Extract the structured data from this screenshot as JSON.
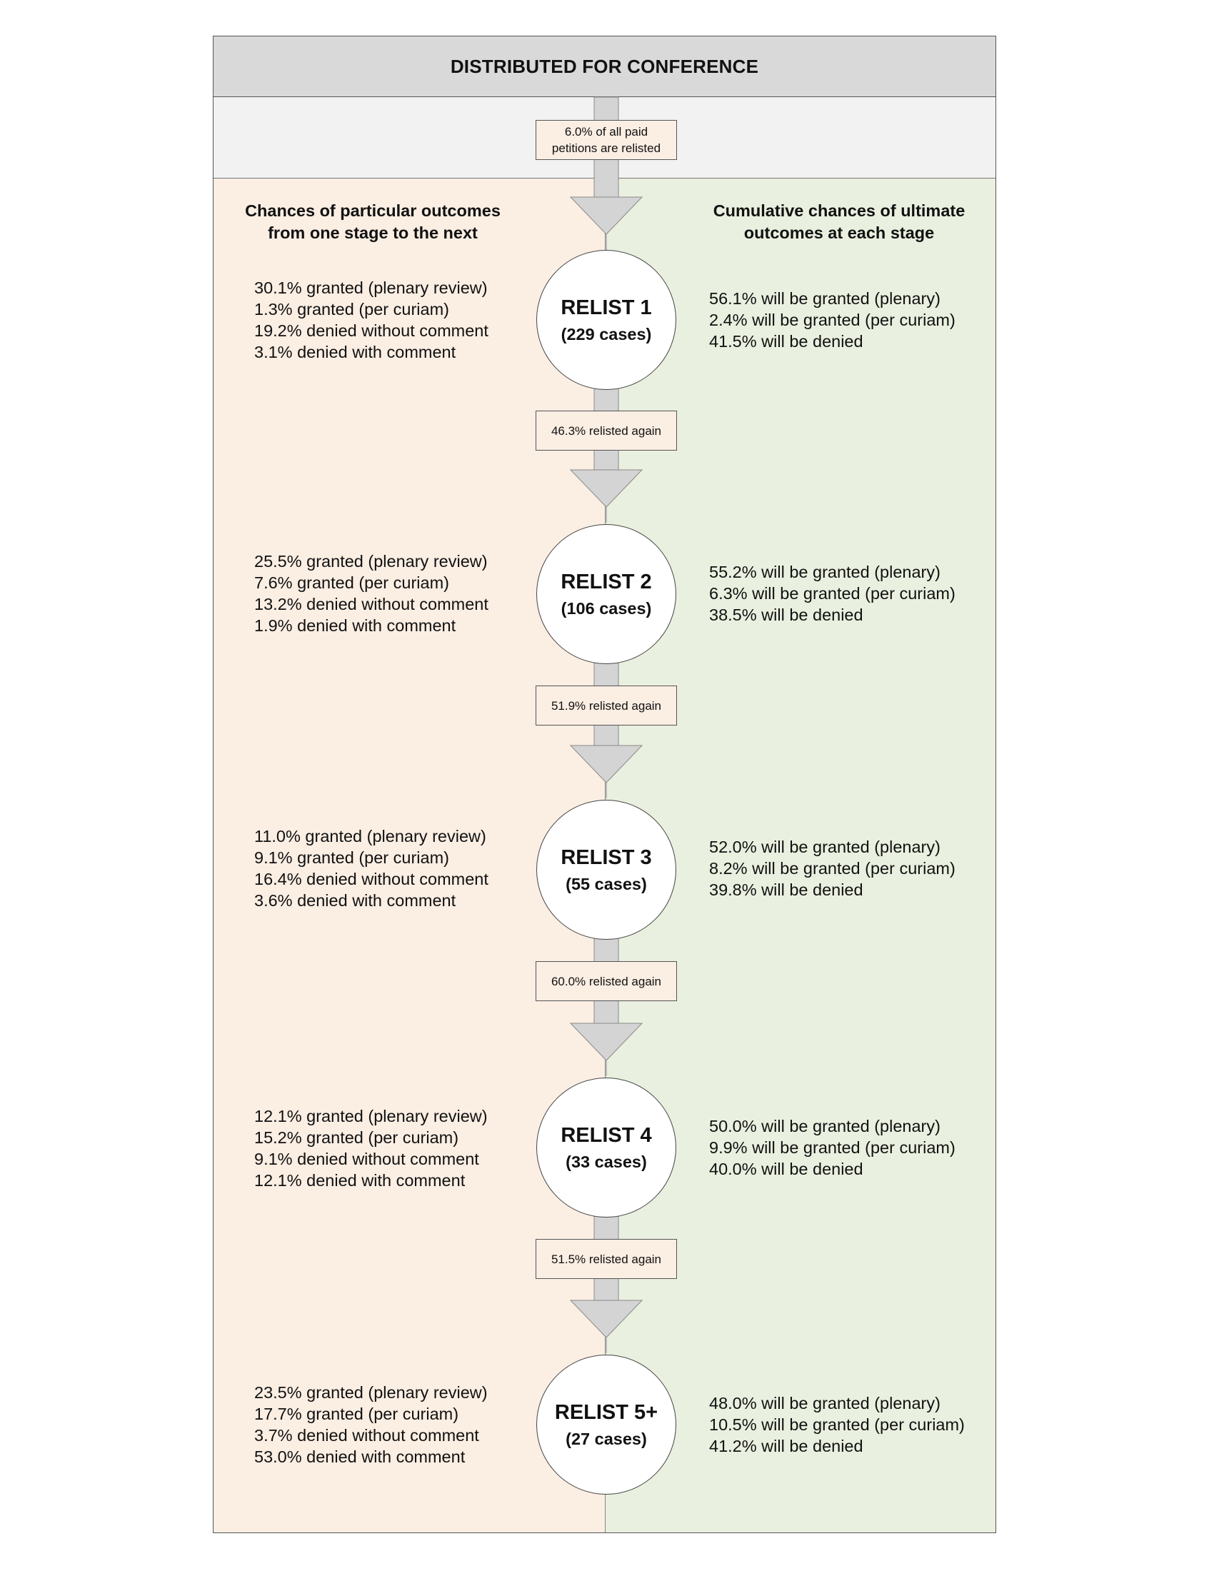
{
  "header": {
    "title": "DISTRIBUTED FOR CONFERENCE"
  },
  "intro_rate": {
    "line1": "6.0% of all paid",
    "line2": "petitions are relisted"
  },
  "column_headings": {
    "left": {
      "line1": "Chances of particular outcomes",
      "line2": "from one stage to the next"
    },
    "right": {
      "line1": "Cumulative chances of ultimate",
      "line2": "outcomes at each stage"
    }
  },
  "stages": [
    {
      "title": "RELIST 1",
      "count": "(229 cases)",
      "stage_outcomes": [
        "30.1% granted (plenary review)",
        "1.3% granted (per curiam)",
        "19.2% denied without comment",
        "3.1% denied with comment"
      ],
      "cumulative_outcomes": [
        "56.1% will be granted (plenary)",
        "2.4% will be granted (per curiam)",
        "41.5% will be denied"
      ],
      "relisted_again": "46.3% relisted again"
    },
    {
      "title": "RELIST 2",
      "count": "(106 cases)",
      "stage_outcomes": [
        "25.5% granted (plenary review)",
        "7.6% granted (per curiam)",
        "13.2% denied without comment",
        "1.9% denied with comment"
      ],
      "cumulative_outcomes": [
        "55.2% will be granted (plenary)",
        "6.3% will be granted (per curiam)",
        "38.5% will be denied"
      ],
      "relisted_again": "51.9% relisted again"
    },
    {
      "title": "RELIST 3",
      "count": "(55 cases)",
      "stage_outcomes": [
        "11.0% granted (plenary review)",
        "9.1% granted (per curiam)",
        "16.4% denied without comment",
        "3.6% denied with comment"
      ],
      "cumulative_outcomes": [
        "52.0% will be granted (plenary)",
        "8.2% will be granted (per curiam)",
        "39.8% will be denied"
      ],
      "relisted_again": "60.0% relisted again"
    },
    {
      "title": "RELIST 4",
      "count": "(33 cases)",
      "stage_outcomes": [
        "12.1% granted (plenary review)",
        "15.2% granted (per curiam)",
        "9.1% denied without comment",
        "12.1% denied with comment"
      ],
      "cumulative_outcomes": [
        "50.0% will be granted (plenary)",
        "9.9% will be granted (per curiam)",
        "40.0% will be denied"
      ],
      "relisted_again": "51.5% relisted again"
    },
    {
      "title": "RELIST 5+",
      "count": "(27 cases)",
      "stage_outcomes": [
        "23.5% granted (plenary review)",
        "17.7% granted (per curiam)",
        "3.7% denied without comment",
        "53.0% denied with comment"
      ],
      "cumulative_outcomes": [
        "48.0% will be granted (plenary)",
        "10.5% will be granted (per curiam)",
        "41.2% will be denied"
      ]
    }
  ],
  "colors": {
    "header_fill": "#d9d9d9",
    "intro_band_fill": "#f2f2f2",
    "left_column_fill": "#fbeee3",
    "right_column_fill": "#e9f0df",
    "connector_fill": "#d4d4d4"
  }
}
